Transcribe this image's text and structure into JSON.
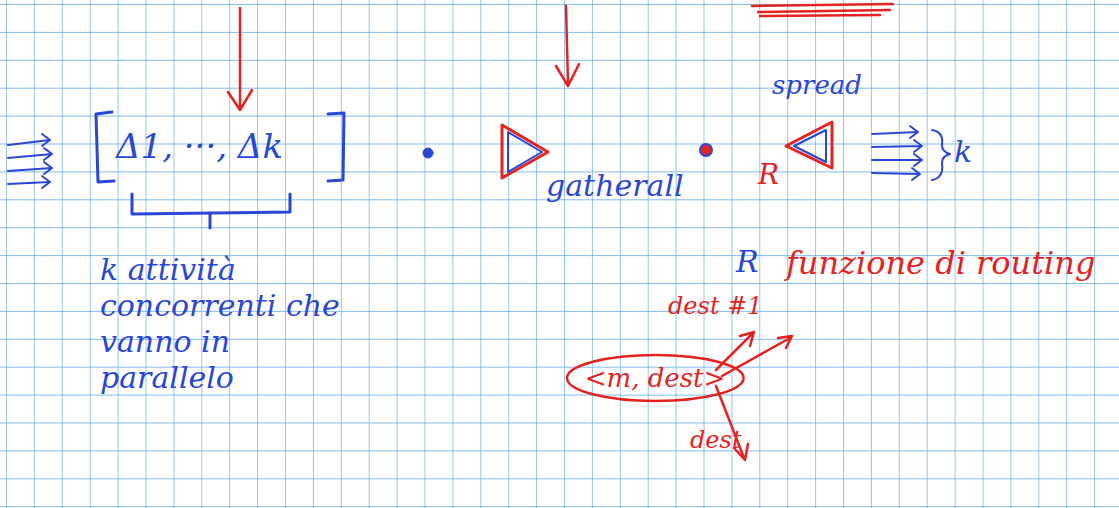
{
  "diagram": {
    "nodes": [
      {
        "text": [
          "<m, dest>"
        ]
      }
    ],
    "labels": [
      "Δ1, ···, Δk",
      "gatherall",
      "spread",
      "R",
      "k",
      "k attività concorrenti che vanno in parallelo",
      "R",
      "funzione di routing",
      "dest #1",
      "dest"
    ]
  }
}
